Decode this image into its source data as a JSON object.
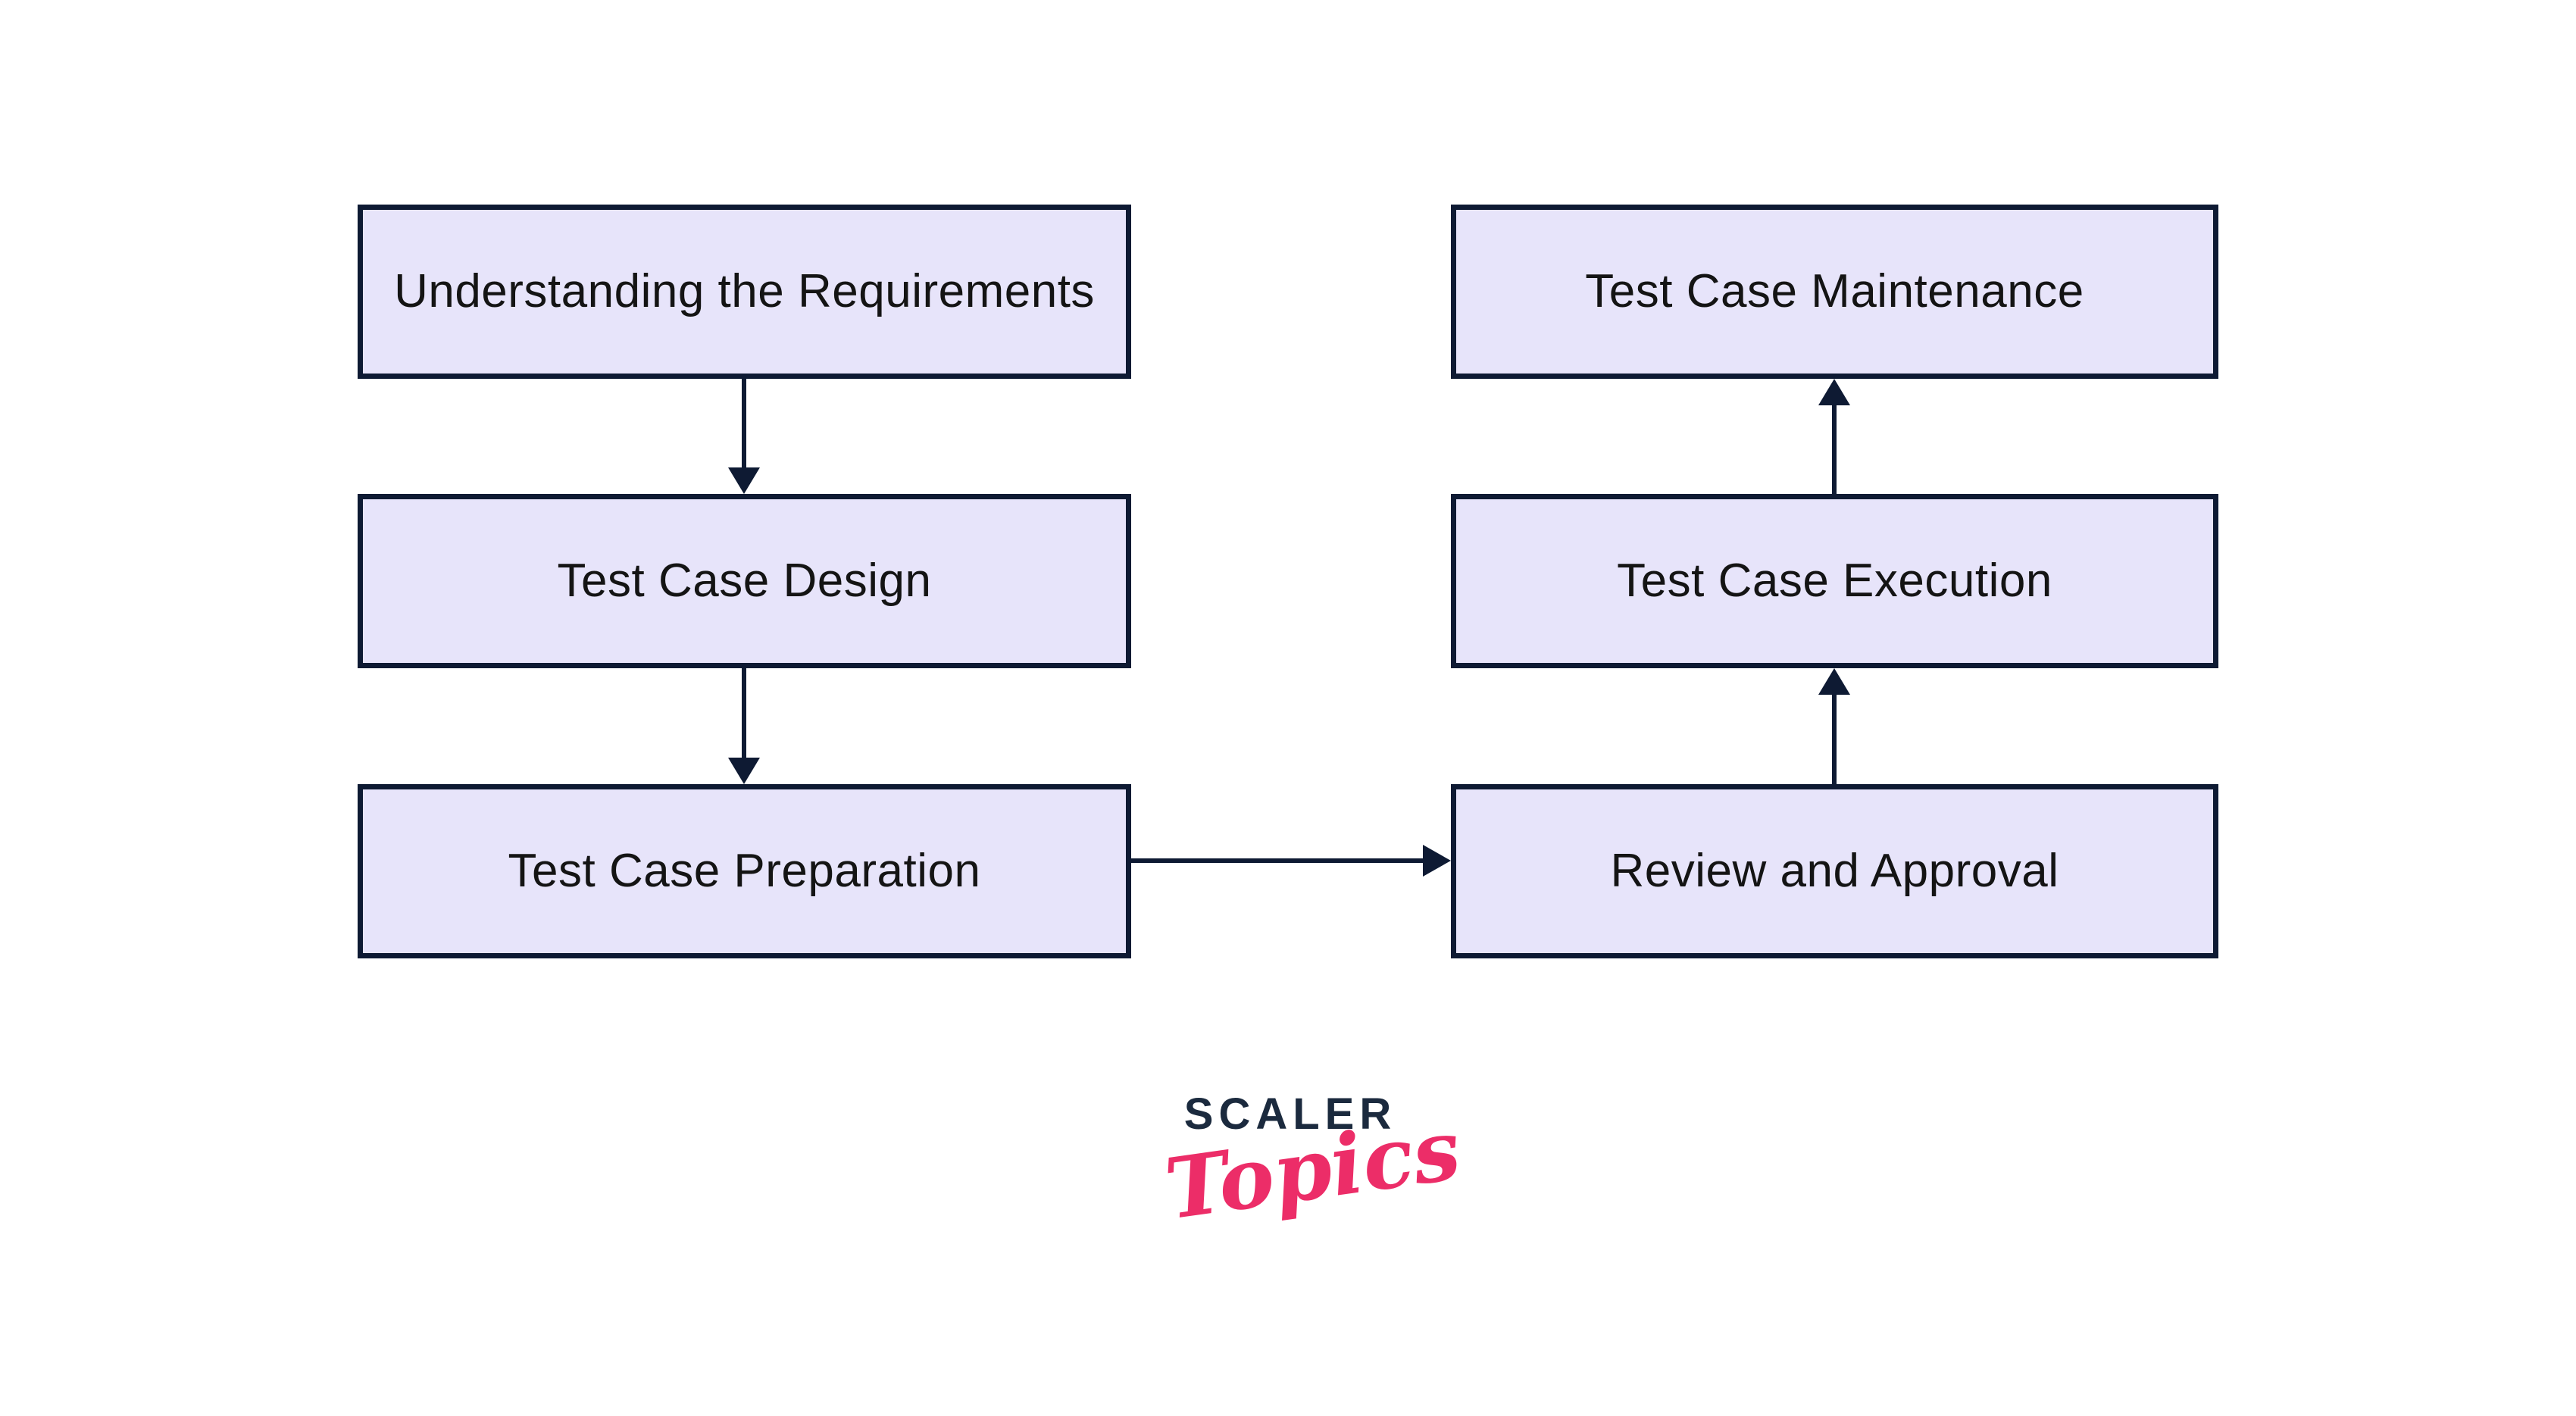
{
  "flowchart": {
    "nodes": [
      {
        "id": "understanding",
        "label": "Understanding the Requirements",
        "column": "left",
        "row": 1
      },
      {
        "id": "design",
        "label": "Test Case Design",
        "column": "left",
        "row": 2
      },
      {
        "id": "preparation",
        "label": "Test Case Preparation",
        "column": "left",
        "row": 3
      },
      {
        "id": "maintenance",
        "label": "Test Case Maintenance",
        "column": "right",
        "row": 1
      },
      {
        "id": "execution",
        "label": "Test Case Execution",
        "column": "right",
        "row": 2
      },
      {
        "id": "review",
        "label": "Review and Approval",
        "column": "right",
        "row": 3
      }
    ],
    "edges": [
      {
        "from": "understanding",
        "to": "design",
        "direction": "down"
      },
      {
        "from": "design",
        "to": "preparation",
        "direction": "down"
      },
      {
        "from": "preparation",
        "to": "review",
        "direction": "right"
      },
      {
        "from": "review",
        "to": "execution",
        "direction": "up"
      },
      {
        "from": "execution",
        "to": "maintenance",
        "direction": "up"
      }
    ],
    "colors": {
      "background": "#ffffff",
      "node_fill": "#e7e4fa",
      "node_border": "#0e1a33",
      "node_text": "#141414",
      "arrow": "#0e1a33"
    }
  },
  "logo": {
    "brand": "SCALER",
    "sub": "Topics",
    "brand_color": "#1b2a3e",
    "sub_color": "#ec2d68"
  }
}
